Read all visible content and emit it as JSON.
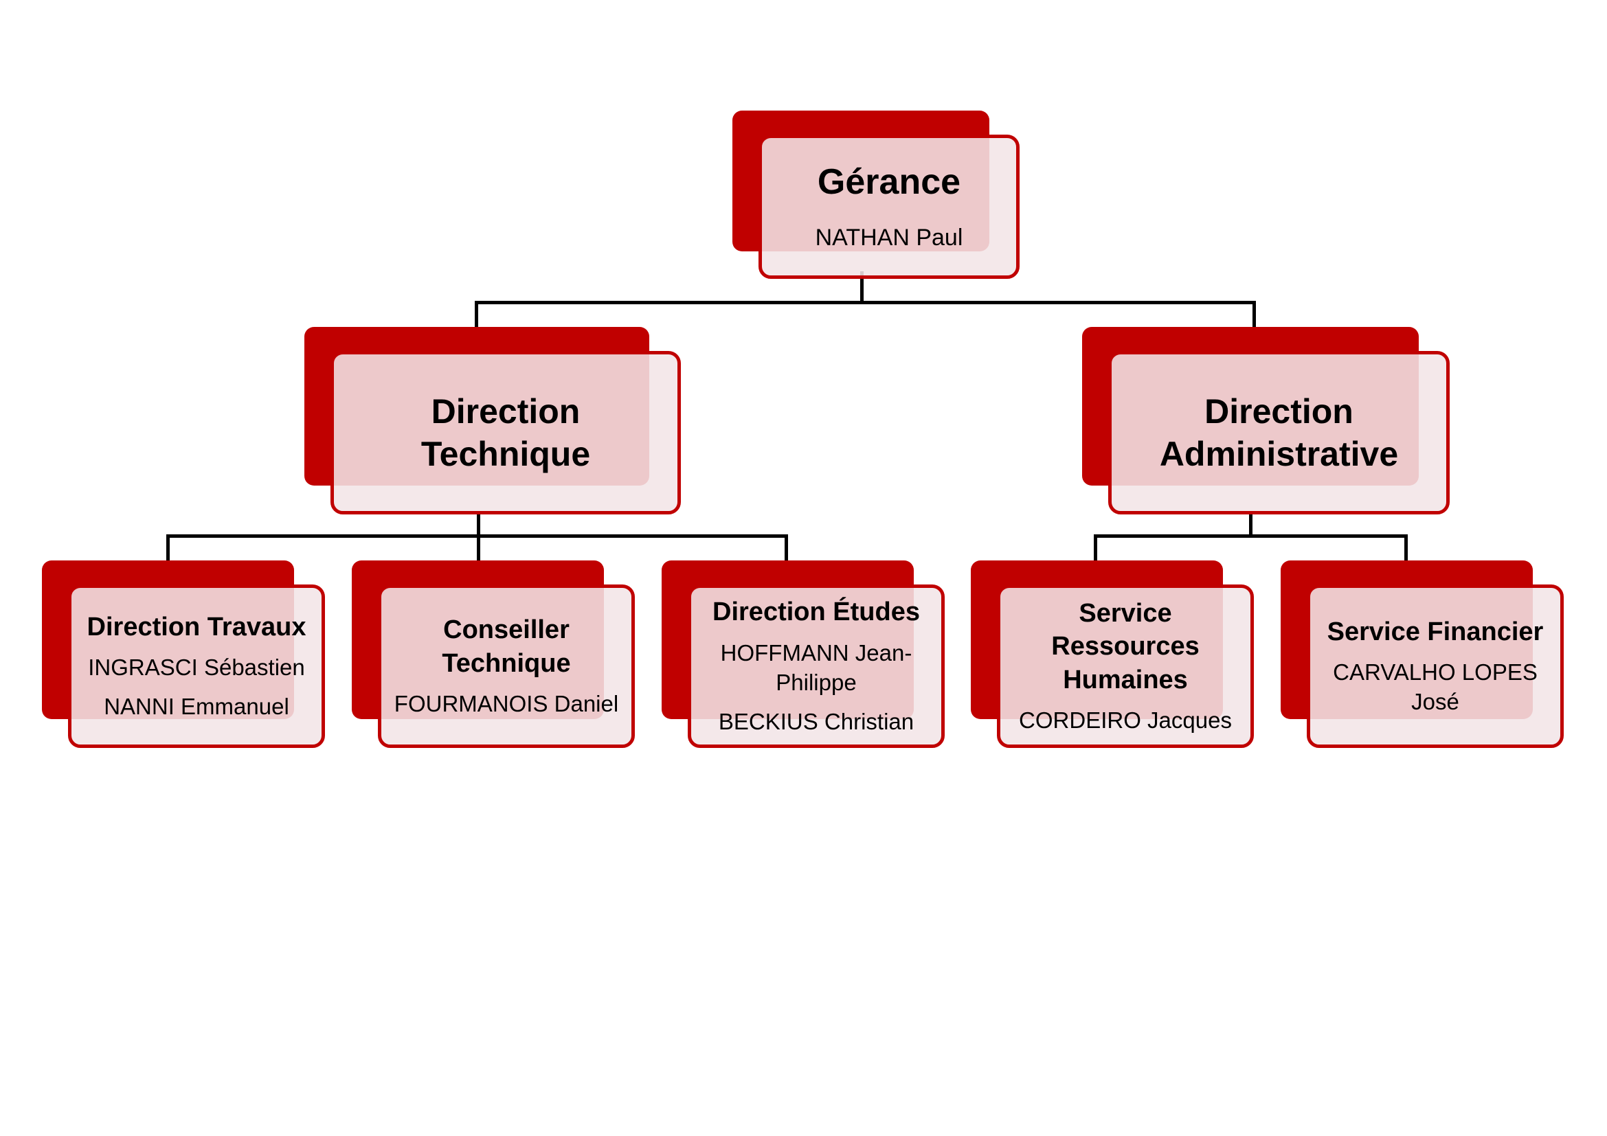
{
  "org_chart": {
    "root": {
      "title": "Gérance",
      "people": [
        "NATHAN Paul"
      ]
    },
    "directions": [
      {
        "title": "Direction Technique",
        "people": [],
        "services": [
          {
            "title": "Direction Travaux",
            "people": [
              "INGRASCI Sébastien",
              "NANNI Emmanuel"
            ]
          },
          {
            "title": "Conseiller Technique",
            "people": [
              "FOURMANOIS Daniel"
            ]
          },
          {
            "title": "Direction Études",
            "people": [
              "HOFFMANN Jean-Philippe",
              "BECKIUS Christian"
            ]
          }
        ]
      },
      {
        "title": "Direction Administrative",
        "people": [],
        "services": [
          {
            "title": "Service Ressources Humaines",
            "people": [
              "CORDEIRO Jacques"
            ]
          },
          {
            "title": "Service Financier",
            "people": [
              "CARVALHO LOPES José"
            ]
          }
        ]
      }
    ]
  },
  "colors": {
    "accent": "#c00000",
    "box_fill": "#f2e5e7",
    "connector": "#000000",
    "background": "#ffffff"
  }
}
